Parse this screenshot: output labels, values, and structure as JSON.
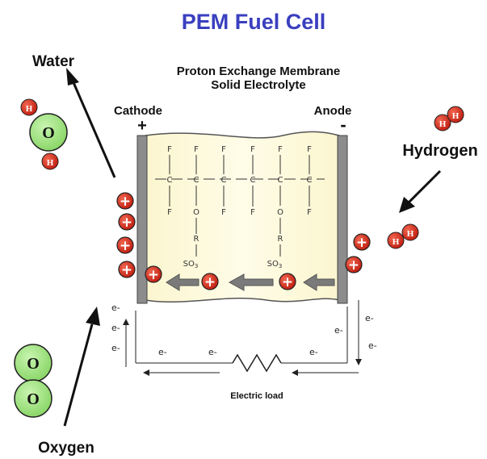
{
  "title": "PEM Fuel Cell",
  "membrane_label_line1": "Proton Exchange Membrane",
  "membrane_label_line2": "Solid Electrolyte",
  "cathode_label": "Cathode",
  "cathode_sign": "+",
  "anode_label": "Anode",
  "anode_sign": "-",
  "water_label": "Water",
  "hydrogen_label": "Hydrogen",
  "oxygen_label": "Oxygen",
  "electric_load_label": "Electric load",
  "atom_h": "H",
  "atom_o": "O",
  "fluorine": "F",
  "carbon": "C",
  "oxygen_chain": "O",
  "r_group": "R",
  "sulfonate": "SO",
  "sulfonate_sub": "3",
  "proton_sign": "+",
  "electron": "e-",
  "colors": {
    "title": "#3a3fbf",
    "oxygen_atom": "#9be07a",
    "hydrogen_atom": "#d42a1a",
    "membrane": "#fdf9d8",
    "electrode": "#8c8c8c",
    "arrow": "#707070"
  }
}
